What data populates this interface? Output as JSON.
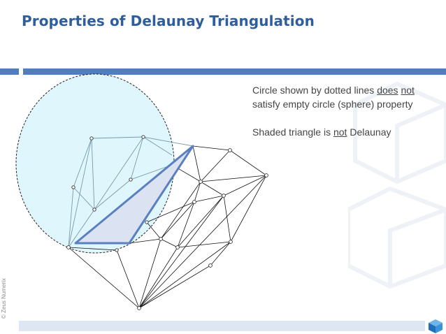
{
  "slide": {
    "title": "Properties of Delaunay Triangulation",
    "copyright": "© Zeus Numerix",
    "colors": {
      "title": "#2e5e9c",
      "rule": "#4f7dbf",
      "footer": "#dde6f2",
      "circle_fill": "#dff6fd",
      "triangle_fill": "#dbe3f2",
      "triangle_stroke": "#5b80bf"
    },
    "notes": [
      {
        "runs": [
          {
            "text": "Circle shown by dotted lines ",
            "u": false
          },
          {
            "text": "does",
            "u": true
          },
          {
            "text": " ",
            "u": false
          },
          {
            "text": "not ",
            "u": true
          },
          {
            "text": "satisfy empty circle (sphere) property",
            "u": false
          }
        ]
      },
      {
        "runs": [
          {
            "text": "Shaded triangle is ",
            "u": false
          },
          {
            "text": "not",
            "u": true
          },
          {
            "text": " Delaunay",
            "u": false
          }
        ]
      }
    ],
    "icons": [
      "cube-logo-icon"
    ]
  }
}
